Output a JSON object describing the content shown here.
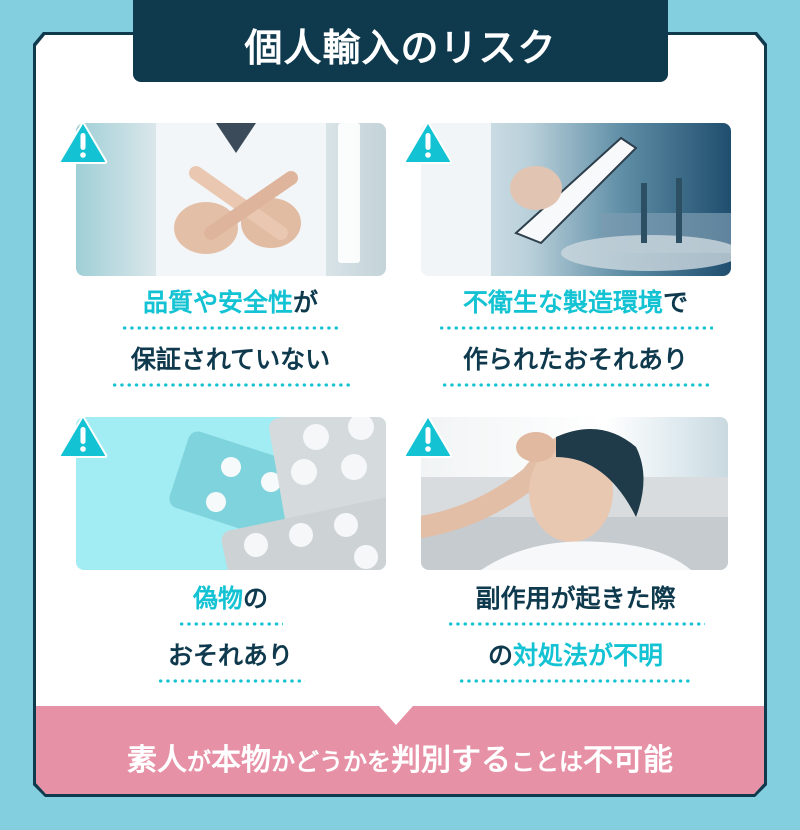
{
  "title": "個人輸入のリスク",
  "colors": {
    "background": "#84cfdf",
    "navy": "#0f3a4e",
    "accent": "#14c3d3",
    "pink": "#e691a6",
    "white": "#ffffff"
  },
  "risks": [
    {
      "icon": "warning-icon",
      "image": "doctor-crossing-fingers-photo",
      "line1": [
        {
          "text": "品質や安全性",
          "accent": true
        },
        {
          "text": "が",
          "accent": false
        }
      ],
      "line2": [
        {
          "text": "保証されていない",
          "accent": false
        }
      ]
    },
    {
      "icon": "warning-icon",
      "image": "worker-with-clipboard-factory-photo",
      "line1": [
        {
          "text": "不衛生な",
          "accent": true
        },
        {
          "text": "製造環境",
          "accent": true
        },
        {
          "text": "で",
          "accent": false
        }
      ],
      "line2": [
        {
          "text": "作られたおそれあり",
          "accent": false
        }
      ]
    },
    {
      "icon": "warning-icon",
      "image": "pill-blister-packs-photo",
      "line1": [
        {
          "text": "偽物",
          "accent": true
        },
        {
          "text": "の",
          "accent": false
        }
      ],
      "line2": [
        {
          "text": "おそれあり",
          "accent": false
        }
      ]
    },
    {
      "icon": "warning-icon",
      "image": "man-with-headache-photo",
      "line1": [
        {
          "text": "副作用が起きた際",
          "accent": false
        }
      ],
      "line2": [
        {
          "text": "の",
          "accent": false
        },
        {
          "text": "対処法が不明",
          "accent": true
        }
      ]
    }
  ],
  "conclusion": {
    "parts": [
      {
        "text": "素人",
        "small": false
      },
      {
        "text": "が",
        "small": true
      },
      {
        "text": "本物",
        "small": false
      },
      {
        "text": "かどうかを",
        "small": true
      },
      {
        "text": "判別する",
        "small": false
      },
      {
        "text": "ことは",
        "small": true
      },
      {
        "text": "不可能",
        "small": false
      }
    ]
  }
}
